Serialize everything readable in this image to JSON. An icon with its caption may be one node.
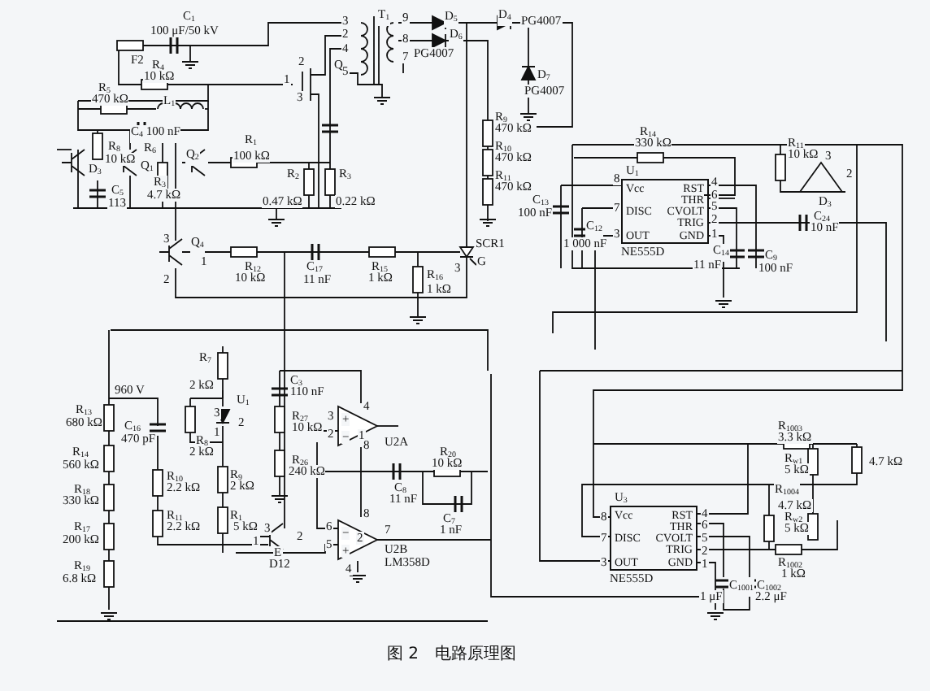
{
  "diagram": {
    "caption": "图 2　电路原理图",
    "nodes": [
      {
        "text": [
          "Vcc",
          "RST",
          "THR",
          "DISC",
          "CVOLT",
          "TRIG",
          "OUT",
          "GND"
        ],
        "beside": [
          "U$_{1}$",
          "NE555D"
        ]
      },
      {
        "text": [
          "Vcc",
          "RST",
          "THR",
          "DISC",
          "CVOLT",
          "TRIG",
          "OUT",
          "GND"
        ],
        "beside": [
          "U$_{3}$",
          "NE555D"
        ]
      }
    ],
    "labels": [
      "C$_{1}$",
      "100 μF/50 kV",
      "F2",
      "R$_{4}$",
      "10 kΩ",
      "T$_{1}$",
      "3",
      "2",
      "4",
      "5",
      "9",
      "8",
      "7",
      "D$_{5}$",
      "D$_{6}$",
      "PG4007",
      "D$_{4}$",
      "PG4007",
      "D$_{7}$",
      "PG4007",
      "Q",
      "2",
      "1",
      "3",
      "R$_{5}$",
      "470 kΩ",
      "L$_{1}$",
      "C$_{4}$ 100 nF",
      "R$_{8}$",
      "10 kΩ",
      "D$_{3}$",
      "C$_{5}$",
      "113",
      "Q$_{1}$",
      "R$_{6}$",
      "R$_{3}$",
      "4.7 kΩ",
      "Q$_{2}$",
      "R$_{1}$",
      "100 kΩ",
      "R$_{2}$",
      "0.47 kΩ",
      "R$_{3}$",
      "0.22 kΩ",
      "R$_{9}$",
      "470 kΩ",
      "R$_{10}$",
      "470 kΩ",
      "R$_{11}$",
      "470 kΩ",
      "SCR1",
      "G",
      "3",
      "Q$_{4}$",
      "1",
      "2",
      "R$_{12}$",
      "10 kΩ",
      "C$_{17}$",
      "11 nF",
      "R$_{15}$",
      "1 kΩ",
      "R$_{16}$",
      "1 kΩ",
      "3",
      "R$_{14}$",
      "330 kΩ",
      "C$_{13}$",
      "100 nF",
      "C$_{12}$",
      "1 000 nF",
      "8",
      "7",
      "3",
      "4",
      "6",
      "5",
      "2",
      "1",
      "C$_{14}$",
      "11 nF",
      "C$_{9}$",
      "100 nF",
      "R$_{11}$",
      "10 kΩ",
      "3",
      "2",
      "D$_{3}$",
      "C$_{24}$",
      "10 nF",
      "R$_{7}$",
      "2 kΩ",
      "960 V",
      "R$_{13}$",
      "680 kΩ",
      "C$_{16}$",
      "470 pF",
      "R$_{14}$",
      "560 kΩ",
      "R$_{18}$",
      "330 kΩ",
      "R$_{17}$",
      "200 kΩ",
      "R$_{19}$",
      "6.8 kΩ",
      "R$_{10}$",
      "2.2 kΩ",
      "R$_{11}$",
      "2.2 kΩ",
      "U$_{1}$",
      "3",
      "2",
      "1",
      "R$_{8}$",
      "2 kΩ",
      "R$_{9}$",
      "2 kΩ",
      "R$_{1}$",
      "5 kΩ",
      "3",
      "1",
      "2",
      "E",
      "D12",
      "C$_{3}$",
      "110 nF",
      "R$_{27}$",
      "10 kΩ",
      "R$_{26}$",
      "240 kΩ",
      "3",
      "2",
      "4",
      "1",
      "8",
      "U2A",
      "6",
      "5",
      "8",
      "2",
      "4",
      "7",
      "U2B",
      "LM358D",
      "R$_{20}$",
      "10 kΩ",
      "C$_{8}$",
      "11 nF",
      "C$_{7}$",
      "1 nF",
      "R$_{1003}$",
      "3.3 kΩ",
      "R$_{w1}$",
      "5 kΩ",
      "4.7 kΩ",
      "R$_{1004}$",
      "4.7 kΩ",
      "R$_{w2}$",
      "5 kΩ",
      "R$_{1002}$",
      "1 kΩ",
      "8",
      "7",
      "3",
      "4",
      "6",
      "5",
      "2",
      "1",
      "C$_{1001}$",
      "1 μF",
      "C$_{1002}$",
      "2.2 μF",
      "+",
      "−",
      "−",
      "+"
    ]
  }
}
